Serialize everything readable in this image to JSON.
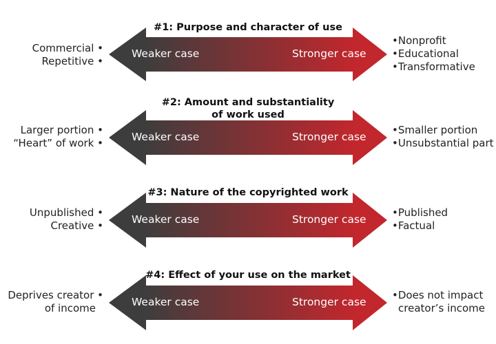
{
  "arrow_labels": {
    "weaker": "Weaker case",
    "stronger": "Stronger case"
  },
  "colors": {
    "weak": "#3d3d3d",
    "strong": "#c1272d"
  },
  "factors": [
    {
      "title": [
        "#1: Purpose and character of use"
      ],
      "weaker": [
        "Commercial",
        "Repetitive"
      ],
      "stronger": [
        "Nonprofit",
        "Educational",
        "Transformative"
      ]
    },
    {
      "title": [
        "#2: Amount and substantiality",
        "of work used"
      ],
      "weaker": [
        "Larger portion",
        "“Heart” of work"
      ],
      "stronger": [
        "Smaller portion",
        "Unsubstantial part"
      ]
    },
    {
      "title": [
        "#3: Nature of the copyrighted work"
      ],
      "weaker": [
        "Unpublished",
        "Creative"
      ],
      "stronger": [
        "Published",
        "Factual"
      ]
    },
    {
      "title": [
        "#4: Effect of your use on the market"
      ],
      "weaker": [
        "Deprives creator",
        "of income"
      ],
      "stronger": [
        "Does not impact",
        "creator’s income"
      ]
    }
  ]
}
